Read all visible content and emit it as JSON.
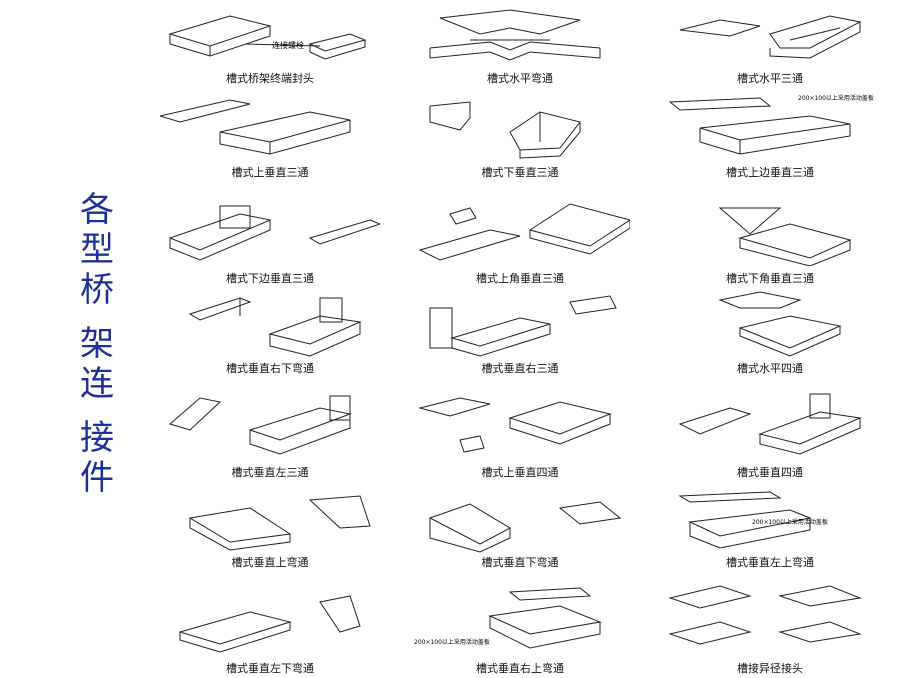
{
  "title_chars": [
    "各",
    "型",
    "桥",
    "架",
    "连",
    "接",
    "件"
  ],
  "annotations": {
    "connect_bolt": "连接螺栓",
    "cover_note": "200×100以上采用活动盖板"
  },
  "captions": [
    "槽式桥架终端封头",
    "槽式水平弯通",
    "槽式水平三通",
    "槽式上垂直三通",
    "槽式下垂直三通",
    "槽式上边垂直三通",
    "槽式下边垂直三通",
    "槽式上角垂直三通",
    "槽式下角垂直三通",
    "槽式垂直右下弯通",
    "槽式垂直右三通",
    "槽式水平四通",
    "槽式垂直左三通",
    "槽式上垂直四通",
    "槽式垂直四通",
    "槽式垂直上弯通",
    "槽式垂直下弯通",
    "槽式垂直左上弯通",
    "槽式垂直左下弯通",
    "槽式垂直右上弯通",
    "槽接异径接头"
  ]
}
